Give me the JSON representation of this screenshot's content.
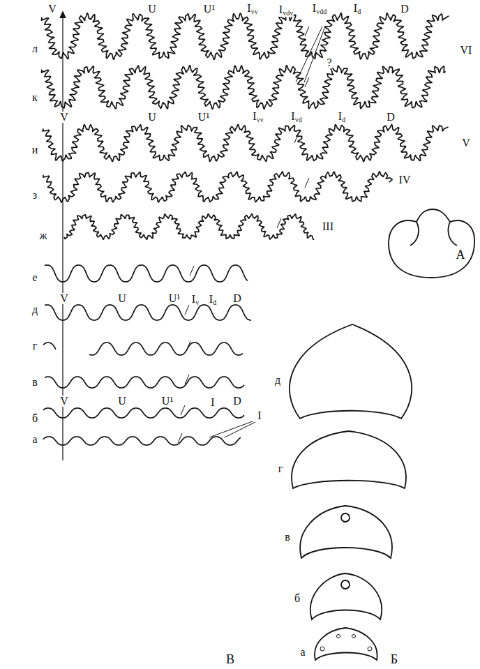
{
  "diagram": {
    "labels": [
      "V",
      "U",
      "U¹",
      "Ivv",
      "Ivdv",
      "Ivdd",
      "Id",
      "D",
      "VI",
      "?",
      "л",
      "к",
      "V",
      "U",
      "U¹",
      "Ivv",
      "Ivd",
      "Id",
      "D",
      "V",
      "и",
      "IV",
      "з",
      "III",
      "ж",
      "е",
      "V",
      "U",
      "U¹",
      "Iv",
      "Id",
      "D",
      "д",
      "г",
      "в",
      "V",
      "U",
      "U¹",
      "I",
      "D",
      "I",
      "б",
      "а",
      "А",
      "д",
      "г",
      "в",
      "б",
      "а",
      "Б",
      "В"
    ]
  }
}
